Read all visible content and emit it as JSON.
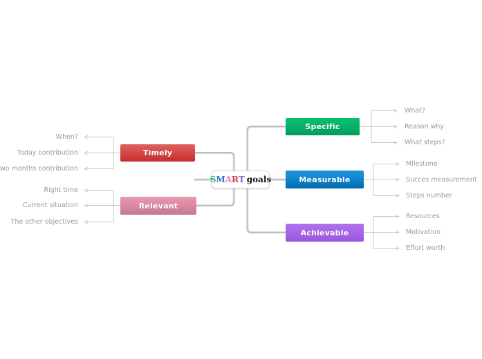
{
  "diagram": {
    "title": "SMART goals",
    "type": "mind-map"
  },
  "center": {
    "label": "SMART goals",
    "letters": [
      {
        "char": "S",
        "color": "#19b36b"
      },
      {
        "char": "M",
        "color": "#2f6fd0"
      },
      {
        "char": "A",
        "color": "#e87fc0"
      },
      {
        "char": "R",
        "color": "#e03a3a"
      },
      {
        "char": "T",
        "color": "#8a5fd8"
      }
    ],
    "suffix": "goals",
    "suffix_color": "#111111"
  },
  "branches": {
    "right": [
      {
        "label": "Specific",
        "color": "#07b36a",
        "leaves": [
          "What?",
          "Reason why",
          "What steps?"
        ]
      },
      {
        "label": "Measurable",
        "color": "#1287d0",
        "leaves": [
          "Milestone",
          "Succes measurement",
          "Steps number"
        ]
      },
      {
        "label": "Achievable",
        "color": "#a866e8",
        "leaves": [
          "Resources",
          "Motivation",
          "Effort worth"
        ]
      }
    ],
    "left": [
      {
        "label": "Timely",
        "color": "#d44a49",
        "leaves": [
          "When?",
          "Today contribution",
          "Two months contribution"
        ]
      },
      {
        "label": "Relevant",
        "color": "#dd8aa2",
        "leaves": [
          "Right time",
          "Current situation",
          "The other objectives"
        ]
      }
    ]
  },
  "style": {
    "connector_color": "#b8b8b8",
    "leaf_connector_color": "#c9c9c9",
    "leaf_text_color": "#9a9a9a",
    "background": "#ffffff"
  }
}
